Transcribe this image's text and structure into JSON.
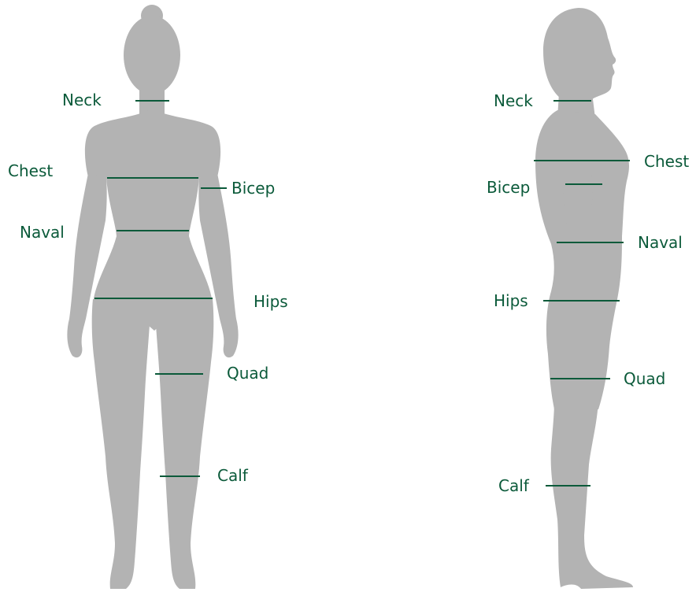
{
  "colors": {
    "silhouette": "#b3b3b3",
    "line": "#0b5a3a",
    "label": "#0b5a3a"
  },
  "front_figure": {
    "labels": {
      "neck": "Neck",
      "chest": "Chest",
      "bicep": "Bicep",
      "naval": "Naval",
      "hips": "Hips",
      "quad": "Quad",
      "calf": "Calf"
    }
  },
  "side_figure": {
    "labels": {
      "neck": "Neck",
      "chest": "Chest",
      "bicep": "Bicep",
      "naval": "Naval",
      "hips": "Hips",
      "quad": "Quad",
      "calf": "Calf"
    }
  }
}
